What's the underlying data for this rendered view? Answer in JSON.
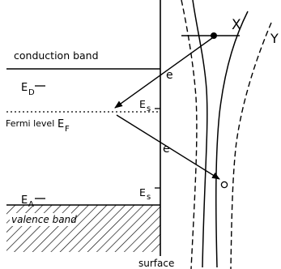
{
  "labels": {
    "conduction_band": "conduction band",
    "valence_band": "valence band",
    "fermi_level": "Fermi level",
    "e_f": "E",
    "e_f_sub": "F",
    "e_d": "E",
    "e_d_sub": "D",
    "e_a": "E",
    "e_a_sub": "A",
    "e_s": "E",
    "e_s_sub": "s",
    "electron_1": "e",
    "electron_2": "e",
    "surface": "surface",
    "curve_x": "X",
    "curve_y": "Y"
  },
  "colors": {
    "ink": "#000000",
    "background": "#ffffff"
  }
}
